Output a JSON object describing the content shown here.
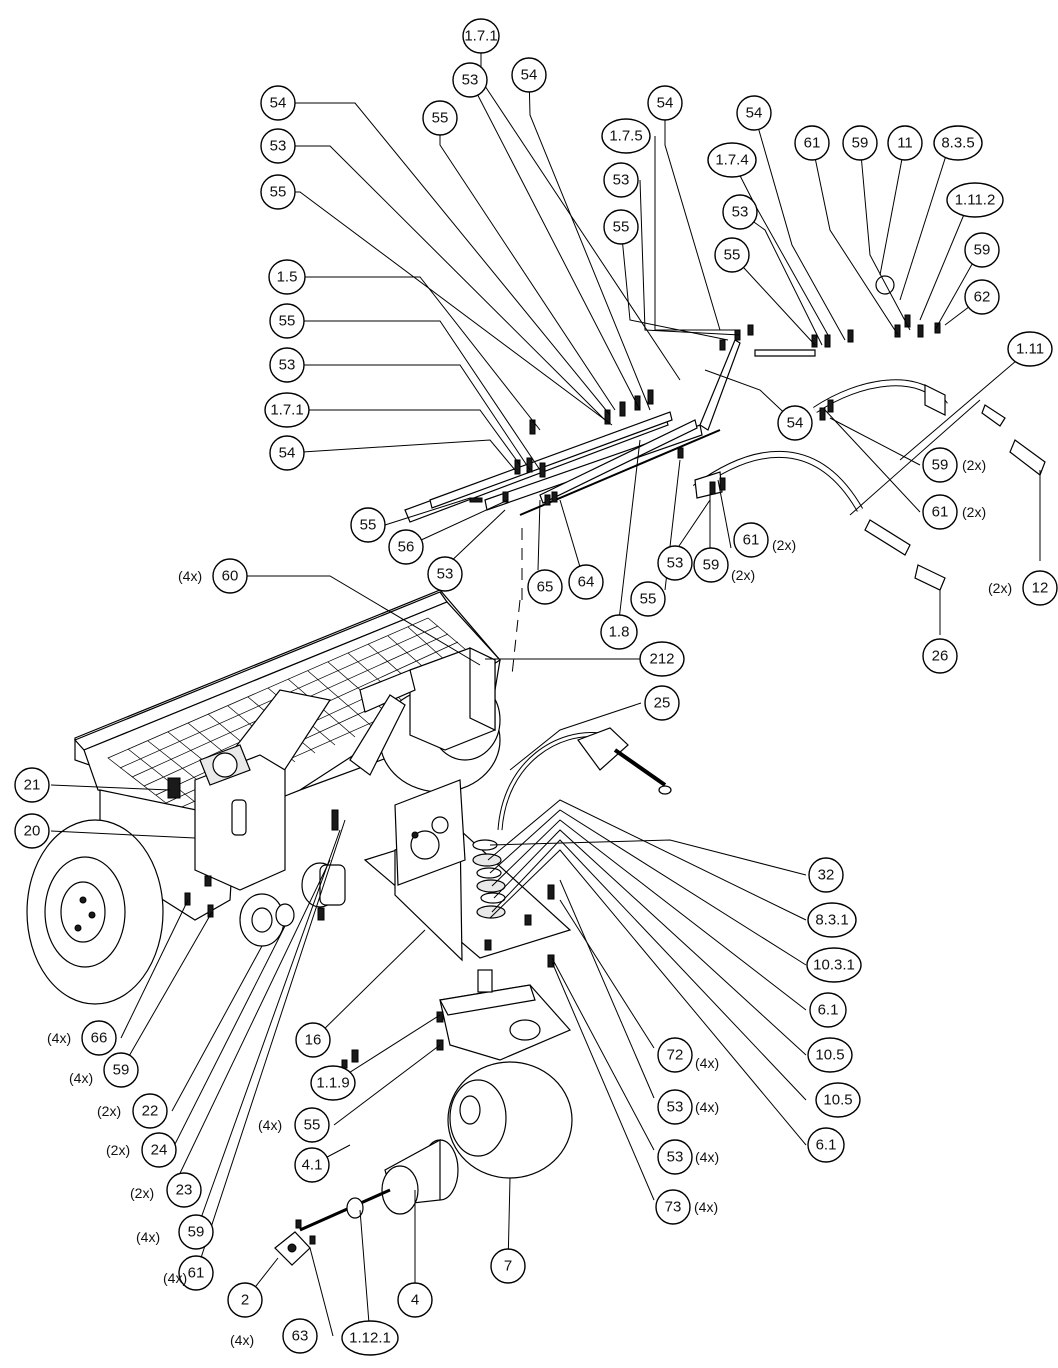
{
  "callouts": [
    {
      "id": "c01",
      "label": "1.7.1",
      "qty": ""
    },
    {
      "id": "c02",
      "label": "53",
      "qty": ""
    },
    {
      "id": "c03",
      "label": "54",
      "qty": ""
    },
    {
      "id": "c04",
      "label": "54",
      "qty": ""
    },
    {
      "id": "c05",
      "label": "53",
      "qty": ""
    },
    {
      "id": "c06",
      "label": "55",
      "qty": ""
    },
    {
      "id": "c07",
      "label": "55",
      "qty": ""
    },
    {
      "id": "c08",
      "label": "54",
      "qty": ""
    },
    {
      "id": "c09",
      "label": "1.7.5",
      "qty": ""
    },
    {
      "id": "c10",
      "label": "53",
      "qty": ""
    },
    {
      "id": "c11",
      "label": "55",
      "qty": ""
    },
    {
      "id": "c12",
      "label": "54",
      "qty": ""
    },
    {
      "id": "c13",
      "label": "1.7.4",
      "qty": ""
    },
    {
      "id": "c14",
      "label": "53",
      "qty": ""
    },
    {
      "id": "c15",
      "label": "55",
      "qty": ""
    },
    {
      "id": "c16",
      "label": "61",
      "qty": ""
    },
    {
      "id": "c17",
      "label": "59",
      "qty": ""
    },
    {
      "id": "c18",
      "label": "11",
      "qty": ""
    },
    {
      "id": "c19",
      "label": "8.3.5",
      "qty": ""
    },
    {
      "id": "c20",
      "label": "1.11.2",
      "qty": ""
    },
    {
      "id": "c21",
      "label": "59",
      "qty": ""
    },
    {
      "id": "c22",
      "label": "62",
      "qty": ""
    },
    {
      "id": "c23",
      "label": "1.11",
      "qty": ""
    },
    {
      "id": "c24",
      "label": "1.5",
      "qty": ""
    },
    {
      "id": "c25",
      "label": "55",
      "qty": ""
    },
    {
      "id": "c26",
      "label": "53",
      "qty": ""
    },
    {
      "id": "c27",
      "label": "1.7.1",
      "qty": ""
    },
    {
      "id": "c28",
      "label": "54",
      "qty": ""
    },
    {
      "id": "c29",
      "label": "54",
      "qty": ""
    },
    {
      "id": "c30",
      "label": "59",
      "qty": "(2x)"
    },
    {
      "id": "c31",
      "label": "61",
      "qty": "(2x)"
    },
    {
      "id": "c32",
      "label": "55",
      "qty": ""
    },
    {
      "id": "c33",
      "label": "56",
      "qty": ""
    },
    {
      "id": "c34",
      "label": "53",
      "qty": ""
    },
    {
      "id": "c35",
      "label": "65",
      "qty": ""
    },
    {
      "id": "c36",
      "label": "64",
      "qty": ""
    },
    {
      "id": "c37",
      "label": "53",
      "qty": ""
    },
    {
      "id": "c38",
      "label": "61",
      "qty": "(2x)"
    },
    {
      "id": "c39",
      "label": "59",
      "qty": "(2x)"
    },
    {
      "id": "c40",
      "label": "12",
      "qty": "(2x)"
    },
    {
      "id": "c41",
      "label": "55",
      "qty": ""
    },
    {
      "id": "c42",
      "label": "60",
      "qty": "(4x)"
    },
    {
      "id": "c43",
      "label": "1.8",
      "qty": ""
    },
    {
      "id": "c44",
      "label": "26",
      "qty": ""
    },
    {
      "id": "c45",
      "label": "212",
      "qty": ""
    },
    {
      "id": "c46",
      "label": "25",
      "qty": ""
    },
    {
      "id": "c47",
      "label": "21",
      "qty": ""
    },
    {
      "id": "c48",
      "label": "20",
      "qty": ""
    },
    {
      "id": "c49",
      "label": "32",
      "qty": ""
    },
    {
      "id": "c50",
      "label": "8.3.1",
      "qty": ""
    },
    {
      "id": "c51",
      "label": "10.3.1",
      "qty": ""
    },
    {
      "id": "c52",
      "label": "6.1",
      "qty": ""
    },
    {
      "id": "c53",
      "label": "66",
      "qty": "(4x)"
    },
    {
      "id": "c54",
      "label": "16",
      "qty": ""
    },
    {
      "id": "c55",
      "label": "72",
      "qty": "(4x)"
    },
    {
      "id": "c56",
      "label": "10.5",
      "qty": ""
    },
    {
      "id": "c57",
      "label": "59",
      "qty": "(4x)"
    },
    {
      "id": "c58",
      "label": "1.1.9",
      "qty": ""
    },
    {
      "id": "c59",
      "label": "22",
      "qty": "(2x)"
    },
    {
      "id": "c60",
      "label": "53",
      "qty": "(4x)"
    },
    {
      "id": "c61",
      "label": "10.5",
      "qty": ""
    },
    {
      "id": "c62",
      "label": "55",
      "qty": "(4x)"
    },
    {
      "id": "c63",
      "label": "24",
      "qty": "(2x)"
    },
    {
      "id": "c64",
      "label": "6.1",
      "qty": ""
    },
    {
      "id": "c65",
      "label": "4.1",
      "qty": ""
    },
    {
      "id": "c66",
      "label": "53",
      "qty": "(4x)"
    },
    {
      "id": "c67",
      "label": "23",
      "qty": "(2x)"
    },
    {
      "id": "c68",
      "label": "73",
      "qty": "(4x)"
    },
    {
      "id": "c69",
      "label": "59",
      "qty": "(4x)"
    },
    {
      "id": "c70",
      "label": "7",
      "qty": ""
    },
    {
      "id": "c71",
      "label": "61",
      "qty": "(4x)"
    },
    {
      "id": "c72",
      "label": "2",
      "qty": ""
    },
    {
      "id": "c73",
      "label": "4",
      "qty": ""
    },
    {
      "id": "c74",
      "label": "63",
      "qty": "(4x)"
    },
    {
      "id": "c75",
      "label": "1.12.1",
      "qty": ""
    }
  ]
}
